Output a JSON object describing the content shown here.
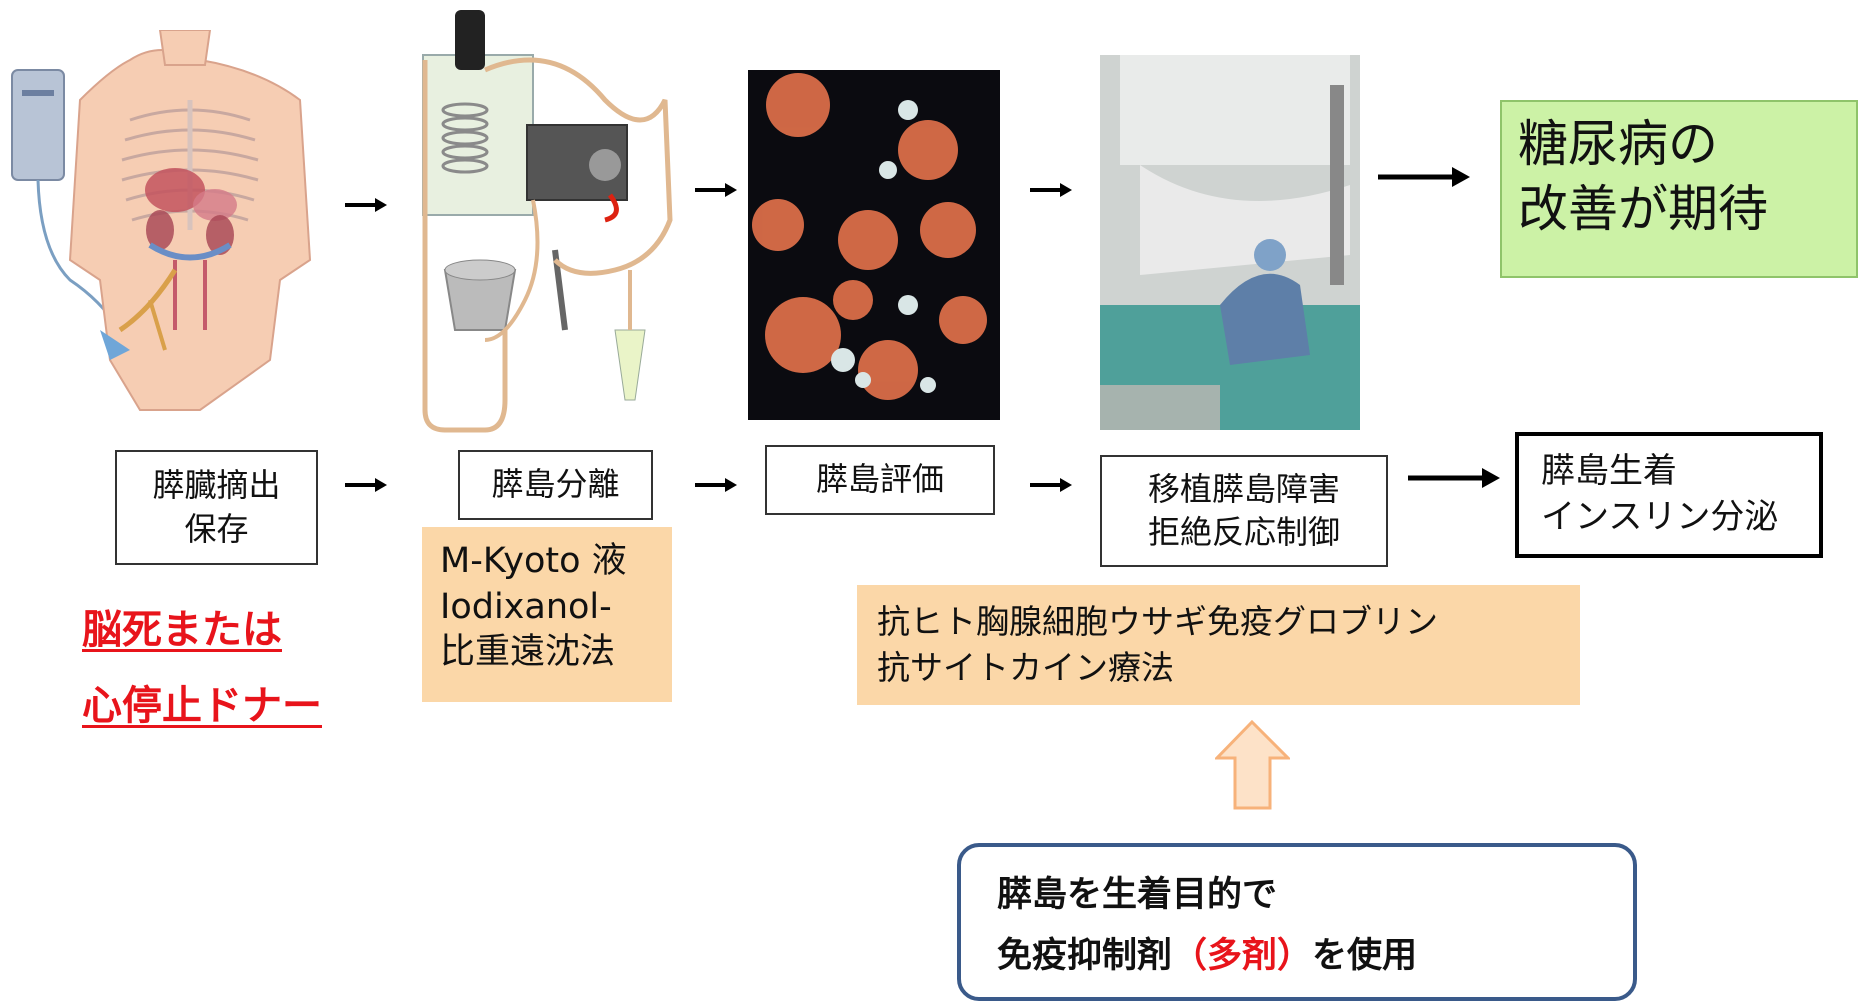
{
  "steps": [
    {
      "line1": "膵臓摘出",
      "line2": "保存"
    },
    {
      "line1": "膵島分離",
      "line2": ""
    },
    {
      "line1": "膵島評価",
      "line2": ""
    },
    {
      "line1": "移植膵島障害",
      "line2": "拒絶反応制御"
    },
    {
      "line1": "膵島生着",
      "line2": "インスリン分泌"
    }
  ],
  "donor": {
    "line1": "脳死または",
    "line2": "心停止ドナー"
  },
  "isolation_note": {
    "line1": "M-Kyoto 液",
    "line2": "Iodixanol-",
    "line3": "比重遠沈法"
  },
  "therapy_note": {
    "line1": "抗ヒト胸腺細胞ウサギ免疫グロブリン",
    "line2": "抗サイトカイン療法"
  },
  "outcome": {
    "line1": "糖尿病の",
    "line2": "改善が期待"
  },
  "callout": {
    "line1": "膵島を生着目的で",
    "line2_pre": "免疫抑制剤",
    "line2_red": "（多剤）",
    "line2_post": "を使用"
  },
  "colors": {
    "peach": "#fbd7a8",
    "green": "#ccf2a6",
    "red": "#e8141b",
    "callout_border": "#3a5a8a",
    "up_arrow": "#f7b27a"
  }
}
